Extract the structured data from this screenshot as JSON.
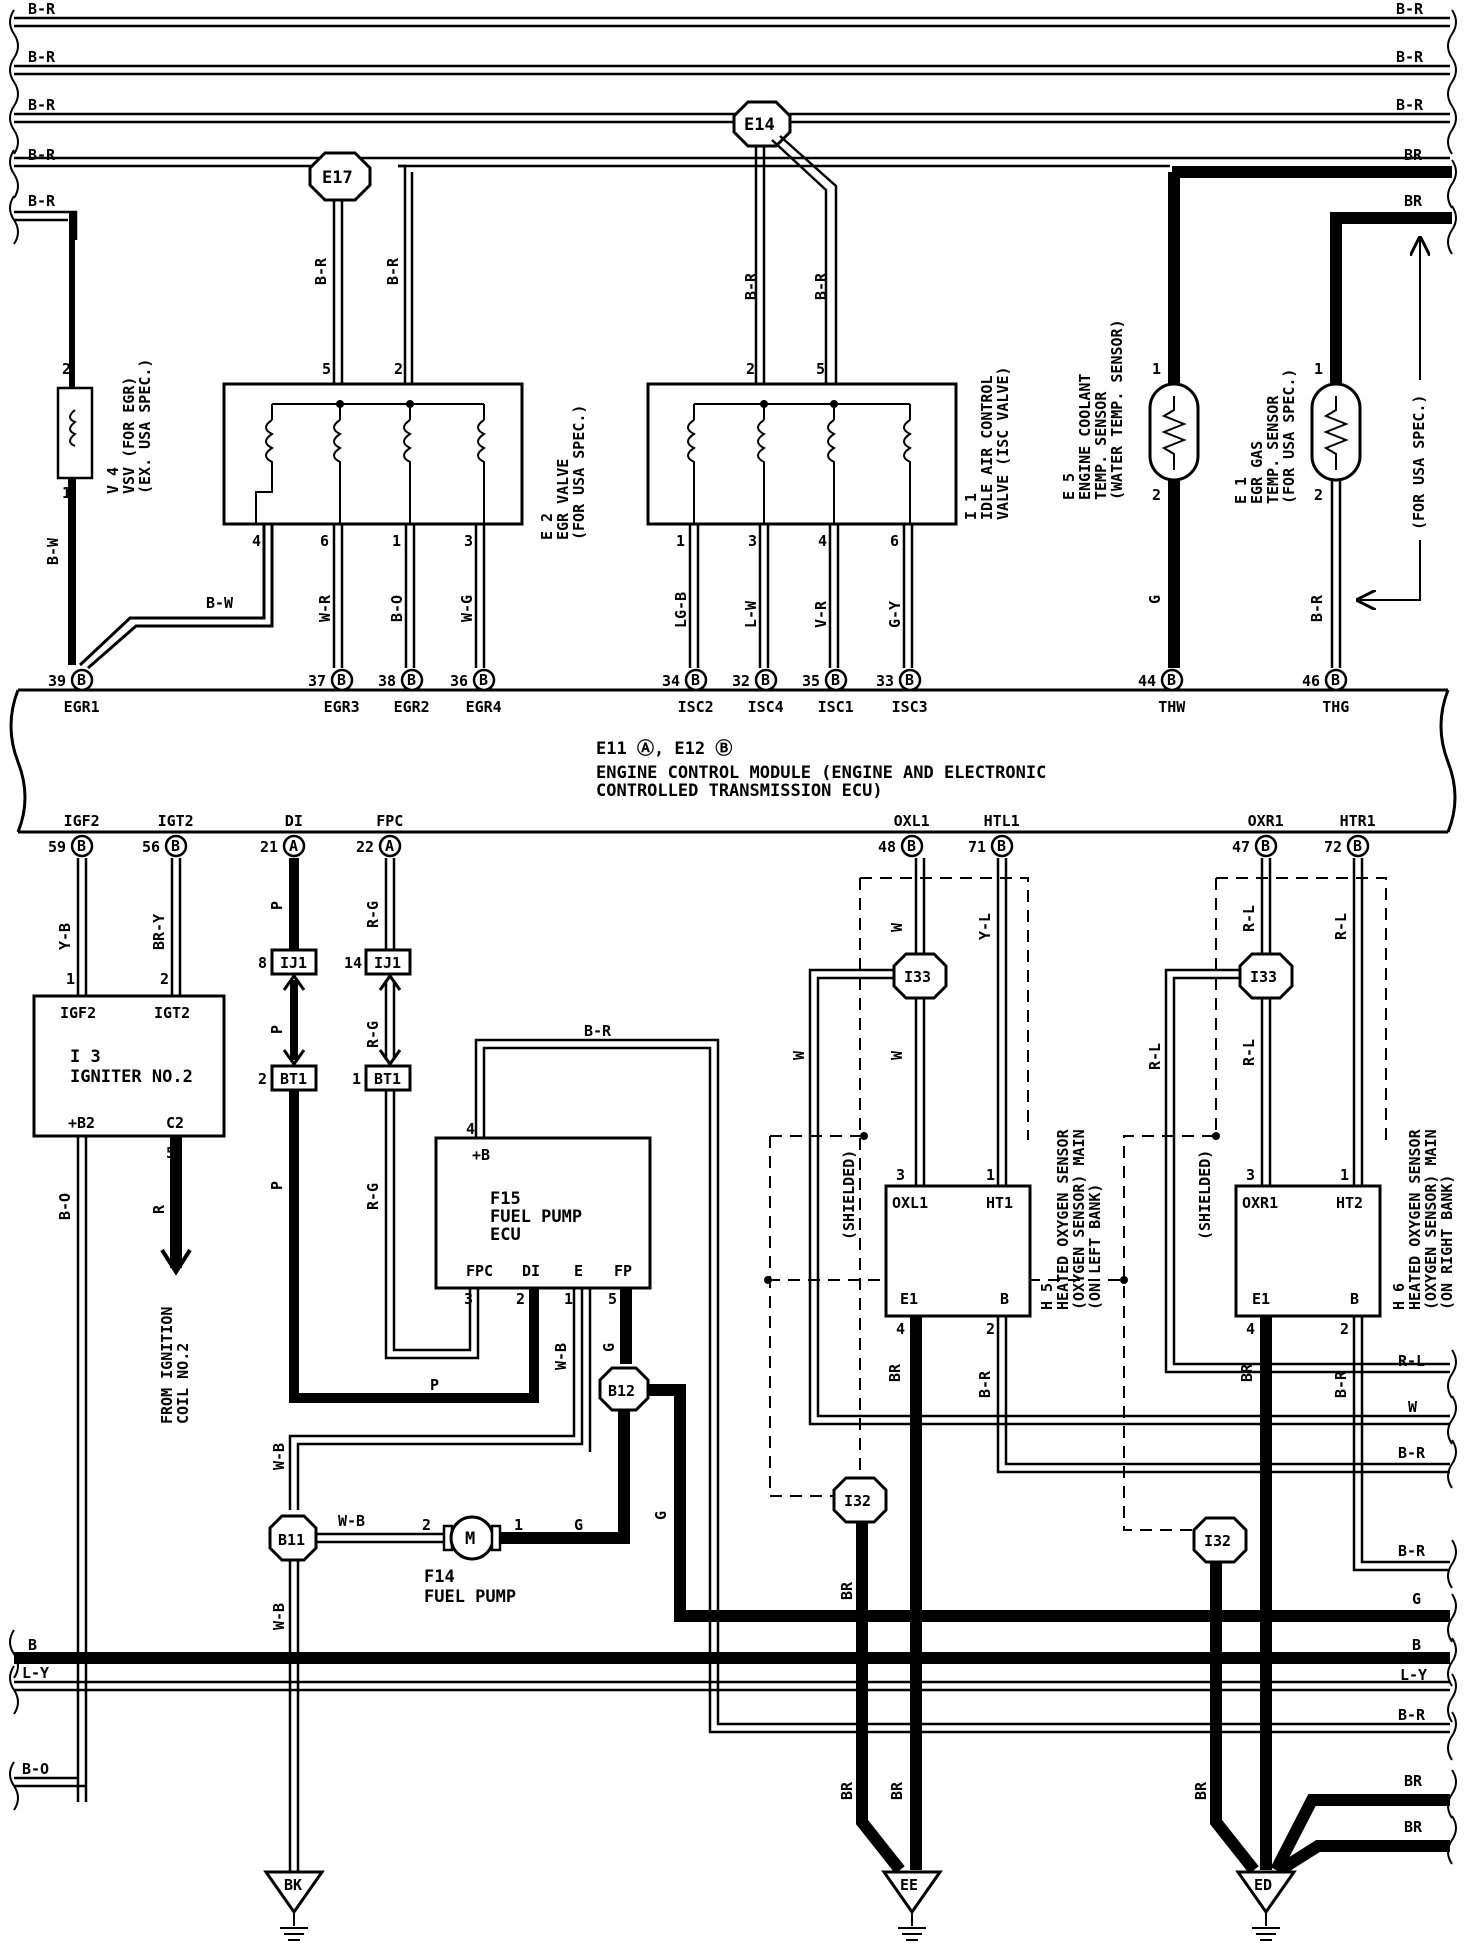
{
  "ecu": {
    "connectors": "E11 Ⓐ, E12 Ⓑ",
    "line1": "ENGINE CONTROL MODULE (ENGINE AND ELECTRONIC",
    "line2": "CONTROLLED TRANSMISSION ECU)",
    "pins_top": [
      {
        "num": "39",
        "conn": "B",
        "name": "EGR1"
      },
      {
        "num": "37",
        "conn": "B",
        "name": "EGR3"
      },
      {
        "num": "38",
        "conn": "B",
        "name": "EGR2"
      },
      {
        "num": "36",
        "conn": "B",
        "name": "EGR4"
      },
      {
        "num": "34",
        "conn": "B",
        "name": "ISC2"
      },
      {
        "num": "32",
        "conn": "B",
        "name": "ISC4"
      },
      {
        "num": "35",
        "conn": "B",
        "name": "ISC1"
      },
      {
        "num": "33",
        "conn": "B",
        "name": "ISC3"
      },
      {
        "num": "44",
        "conn": "B",
        "name": "THW"
      },
      {
        "num": "46",
        "conn": "B",
        "name": "THG"
      }
    ],
    "pins_bottom": [
      {
        "num": "59",
        "conn": "B",
        "name": "IGF2"
      },
      {
        "num": "56",
        "conn": "B",
        "name": "IGT2"
      },
      {
        "num": "21",
        "conn": "A",
        "name": "DI"
      },
      {
        "num": "22",
        "conn": "A",
        "name": "FPC"
      },
      {
        "num": "48",
        "conn": "B",
        "name": "OXL1"
      },
      {
        "num": "71",
        "conn": "B",
        "name": "HTL1"
      },
      {
        "num": "47",
        "conn": "B",
        "name": "OXR1"
      },
      {
        "num": "72",
        "conn": "B",
        "name": "HTR1"
      }
    ]
  },
  "bus_top": [
    "B-R",
    "B-R",
    "B-R",
    "BR",
    "BR"
  ],
  "bus_top_left": [
    "B-R",
    "B-R",
    "B-R",
    "B-R",
    "B-R"
  ],
  "bus_bottom_right": [
    "R-L",
    "W",
    "B-R",
    "B-R",
    "G",
    "B",
    "L-Y",
    "B-R",
    "BR",
    "BR"
  ],
  "bus_bottom_left": [
    "B",
    "L-Y",
    "B-O"
  ],
  "junctions": {
    "e17": "E17",
    "e14": "E14",
    "i33a": "I33",
    "i33b": "I33",
    "i32a": "I32",
    "i32b": "I32",
    "b12": "B12",
    "b11": "B11",
    "ij1a": "IJ1",
    "ij1b": "IJ1",
    "bt1a": "BT1",
    "bt1b": "BT1"
  },
  "grounds": {
    "bk": "BK",
    "ee": "EE",
    "ed": "ED"
  },
  "components": {
    "v4": [
      "V 4",
      "VSV (FOR EGR)",
      "(EX. USA SPEC.)"
    ],
    "e2": [
      "E 2",
      "EGR VALVE",
      "(FOR USA SPEC.)"
    ],
    "i1": [
      "I 1",
      "IDLE AIR CONTROL",
      "VALVE (ISC VALVE)"
    ],
    "e5": [
      "E 5",
      "ENGINE COOLANT",
      "TEMP. SENSOR",
      "(WATER TEMP. SENSOR)"
    ],
    "e1": [
      "E 1",
      "EGR GAS",
      "TEMP. SENSOR",
      "(FOR USA SPEC.)"
    ],
    "usa_note": "(FOR USA SPEC.)",
    "i3": {
      "t1": "I 3",
      "t2": "IGNITER NO.2",
      "p_igf2": "IGF2",
      "p_igt2": "IGT2",
      "p_b2": "+B2",
      "p_c2": "C2"
    },
    "f15": {
      "plus": "+B",
      "t1": "F15",
      "t2": "FUEL PUMP",
      "t3": "ECU",
      "fpc": "FPC",
      "di": "DI",
      "e": "E",
      "fp": "FP"
    },
    "f14": {
      "t1": "F14",
      "t2": "FUEL PUMP",
      "m": "M"
    },
    "h5": {
      "oxl1": "OXL1",
      "ht1": "HT1",
      "e1": "E1",
      "b": "B",
      "lines": [
        "H 5",
        "HEATED OXYGEN SENSOR",
        "(OXYGEN SENSOR) MAIN",
        "(ON LEFT BANK)"
      ]
    },
    "h6": {
      "oxr1": "OXR1",
      "ht2": "HT2",
      "e1": "E1",
      "b": "B",
      "lines": [
        "H 6",
        "HEATED OXYGEN SENSOR",
        "(OXYGEN SENSOR) MAIN",
        "(ON RIGHT BANK)"
      ]
    },
    "shielded": "(SHIELDED)",
    "from_coil": [
      "FROM IGNITION",
      "COIL NO.2"
    ]
  },
  "wire_labels": {
    "bw_v": "B-W",
    "bw_h": "B-W",
    "br_e17a": "B-R",
    "br_e17b": "B-R",
    "br_e14a": "B-R",
    "br_e14b": "B-R",
    "wr": "W-R",
    "bo": "B-O",
    "wg": "W-G",
    "lgb": "LG-B",
    "lw": "L-W",
    "vr": "V-R",
    "gy": "G-Y",
    "g_thw": "G",
    "br_thg": "B-R",
    "yb": "Y-B",
    "bry": "BR-Y",
    "p1": "P",
    "rg1": "R-G",
    "p2": "P",
    "rg2": "R-G",
    "p3": "P",
    "rg3": "R-G",
    "p_h": "P",
    "br_fp": "B-R",
    "wb1": "W-B",
    "g1": "G",
    "g2": "G",
    "g3": "G",
    "wb2": "W-B",
    "wb3": "W-B",
    "wb4": "W-B",
    "bo2": "B-O",
    "r": "R",
    "w1": "W",
    "yl": "Y-L",
    "w2": "W",
    "w3": "W",
    "br1": "BR",
    "br2": "B-R",
    "rl1": "R-L",
    "rl2": "R-L",
    "rl3": "R-L",
    "rl4": "R-L",
    "br3": "BR",
    "br4": "B-R",
    "br5": "BR",
    "br6": "BR",
    "br7": "BR",
    "br8": "BR"
  },
  "pin_nums": {
    "v4_2": "2",
    "v4_1": "1",
    "e2_5": "5",
    "e2_2": "2",
    "e2_4": "4",
    "e2_6": "6",
    "e2_1": "1",
    "e2_3": "3",
    "i1_2": "2",
    "i1_5": "5",
    "i1_1": "1",
    "i1_3": "3",
    "i1_4": "4",
    "i1_6": "6",
    "e5_1": "1",
    "e5_2": "2",
    "e1_1": "1",
    "e1_2": "2",
    "i3_1": "1",
    "i3_2": "2",
    "i3_5": "5",
    "ij_8": "8",
    "ij_14": "14",
    "bt_2": "2",
    "bt_1": "1",
    "f15_4": "4",
    "f15_3": "3",
    "f15_2": "2",
    "f15_1": "1",
    "f15_5": "5",
    "f14_2": "2",
    "f14_1": "1",
    "h5_3": "3",
    "h5_1": "1",
    "h5_4": "4",
    "h5_2": "2",
    "h6_3": "3",
    "h6_1": "1",
    "h6_4": "4",
    "h6_2": "2"
  }
}
